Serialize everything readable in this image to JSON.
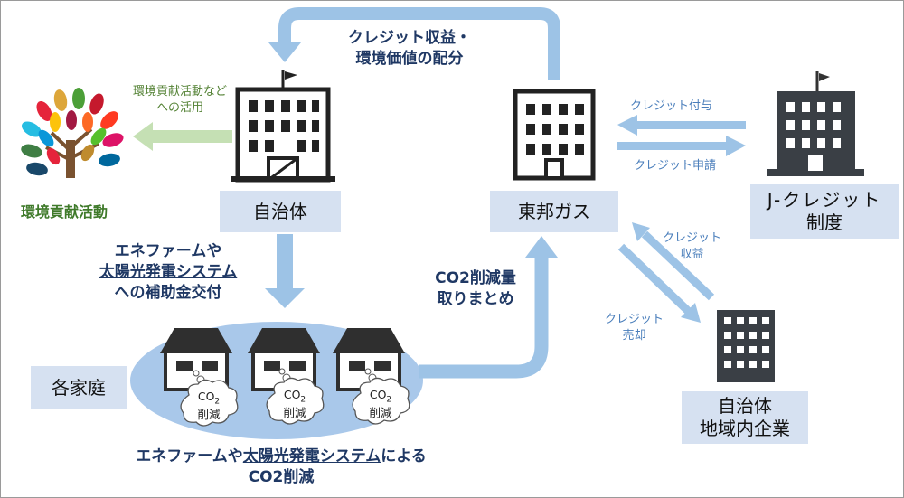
{
  "boxes": {
    "local_gov": "自治体",
    "toho_gas": "東邦ガス",
    "j_credit_line1": "J-クレジット",
    "j_credit_line2": "制度",
    "households": "各家庭",
    "buyer_line1": "自治体",
    "buyer_line2": "地域内企業"
  },
  "labels": {
    "revenue_line1": "クレジット収益・",
    "revenue_line2": "環境価値の配分",
    "subsidy_line1": "エネファームや",
    "subsidy_line2": "太陽光発電システム",
    "subsidy_line3": "への補助金交付",
    "co2_collect_line1": "CO2削減量",
    "co2_collect_line2": "取りまとめ",
    "bottom_part1": "エネファームや",
    "bottom_part2": "太陽光発電システム",
    "bottom_part3": "による",
    "bottom_line2": "CO2削減",
    "env_use_line1": "環境貢献活動など",
    "env_use_line2": "への活用",
    "env_activity": "環境貢献活動",
    "credit_grant": "クレジット付与",
    "credit_apply": "クレジット申請",
    "credit_revenue_line1": "クレジット",
    "credit_revenue_line2": "収益",
    "credit_sale_line1": "クレジット",
    "credit_sale_line2": "売却"
  },
  "clouds": [
    {
      "co2": "CO",
      "sub": "2",
      "text": "削減"
    },
    {
      "co2": "CO",
      "sub": "2",
      "text": "削減"
    },
    {
      "co2": "CO",
      "sub": "2",
      "text": "削減"
    }
  ],
  "colors": {
    "arrow_blue": "#9dc3e6",
    "box_fill": "#d6e1f1",
    "ellipse_fill": "#a9c8ea",
    "label_navy": "#1f3864",
    "small_blue": "#4a7ebb",
    "green": "#548235",
    "green_arrow": "#c5e0b4",
    "building_dark": "#2f2f2f"
  },
  "icons": [
    "tree-icon",
    "city-hall-icon",
    "office-building-icon",
    "j-credit-building-icon",
    "company-building-icon",
    "house-icon"
  ]
}
